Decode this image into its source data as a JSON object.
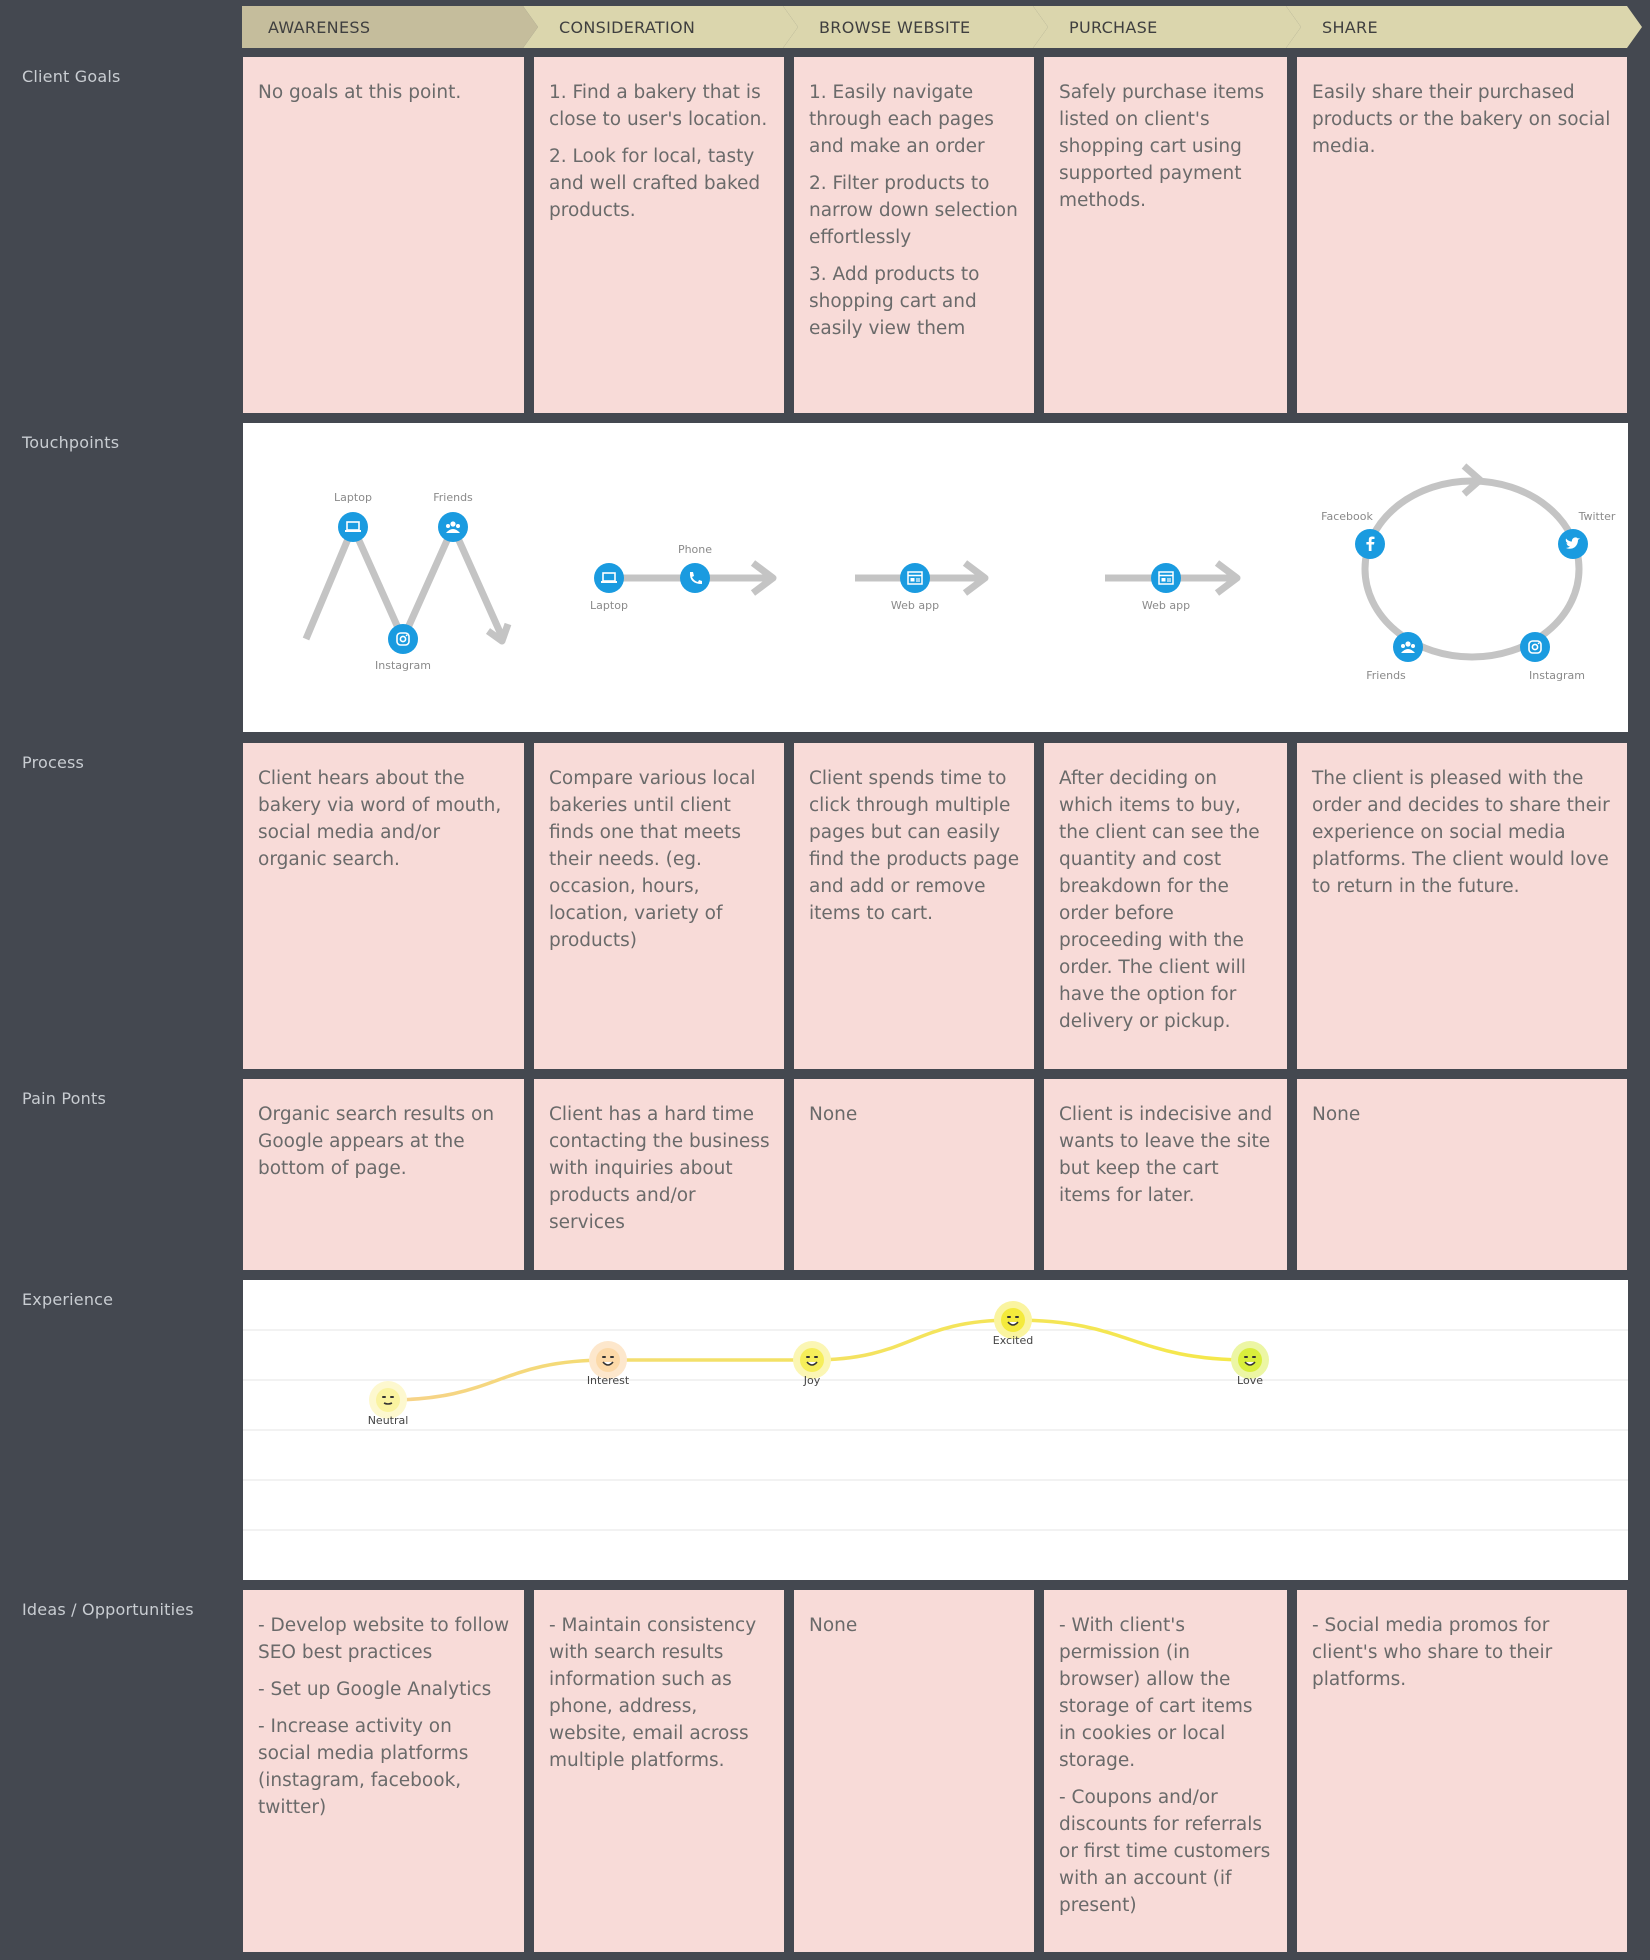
{
  "stages": [
    "AWARENESS",
    "CONSIDERATION",
    "BROWSE WEBSITE",
    "PURCHASE",
    "SHARE"
  ],
  "row_labels": {
    "goals": "Client Goals",
    "touchpoints": "Touchpoints",
    "process": "Process",
    "pain": "Pain Ponts",
    "experience": "Experience",
    "ideas": "Ideas / Opportunities"
  },
  "goals": [
    [
      "No goals at this point."
    ],
    [
      "1. Find a bakery that is close to user's location.",
      "2. Look for local, tasty and well crafted baked products."
    ],
    [
      "1. Easily navigate through each pages and make an order",
      "2. Filter products to narrow down selection effortlessly",
      "3. Add products to shopping cart and easily view them"
    ],
    [
      "Safely purchase items listed on client's shopping cart using supported payment methods."
    ],
    [
      "Easily share their purchased products or the bakery on social media."
    ]
  ],
  "touchpoints": {
    "awareness": [
      "Laptop",
      "Friends",
      "Instagram"
    ],
    "consideration": [
      "Laptop",
      "Phone"
    ],
    "browse": [
      "Web app"
    ],
    "purchase": [
      "Web app"
    ],
    "share": [
      "Facebook",
      "Twitter",
      "Friends",
      "Instagram"
    ]
  },
  "process": [
    "Client hears about the bakery via word of mouth, social media and/or organic search.",
    "Compare various local bakeries until client finds one that meets their needs. (eg. occasion, hours, location, variety of products)",
    "Client spends time to click through multiple pages but can easily find the products page and add or remove items to cart.",
    "After deciding on which items to buy, the client can see the quantity and cost breakdown for the order before proceeding with the order. The client will have the option for delivery or pickup.",
    "The client is pleased with the order and decides to share their experience on social media platforms. The client would love to return in the future."
  ],
  "pain": [
    "Organic search results on Google appears at the bottom of page.",
    "Client has a hard time contacting the business with inquiries about products and/or services",
    "None",
    "Client is indecisive and wants to leave the site but keep the cart items for later.",
    "None"
  ],
  "experience": [
    {
      "emotion": "Neutral",
      "level": 1
    },
    {
      "emotion": "Interest",
      "level": 2
    },
    {
      "emotion": "Joy",
      "level": 2
    },
    {
      "emotion": "Excited",
      "level": 3
    },
    {
      "emotion": "Love",
      "level": 2
    }
  ],
  "ideas": [
    [
      "- Develop website to follow SEO best practices",
      "- Set up Google Analytics",
      "- Increase activity on social media platforms (instagram, facebook, twitter)"
    ],
    [
      "- Maintain consistency with search results information such as phone, address, website, email across multiple platforms."
    ],
    [
      "None"
    ],
    [
      "- With client's permission (in browser) allow the storage of cart items in cookies or local storage.",
      "- Coupons and/or discounts for referrals or first time customers with an account (if present)"
    ],
    [
      "- Social media promos for client's who share to their platforms."
    ]
  ],
  "colors": {
    "background": "#444850",
    "card": "#f8dbd8",
    "stage_dark": "#c5bd9c",
    "stage_light": "#dbd6ad",
    "touchpoint_icon": "#1a9be0",
    "path_gray": "#c4c4c4",
    "curve_yellow": "#f5e84a",
    "curve_orange": "#f6d28a"
  }
}
